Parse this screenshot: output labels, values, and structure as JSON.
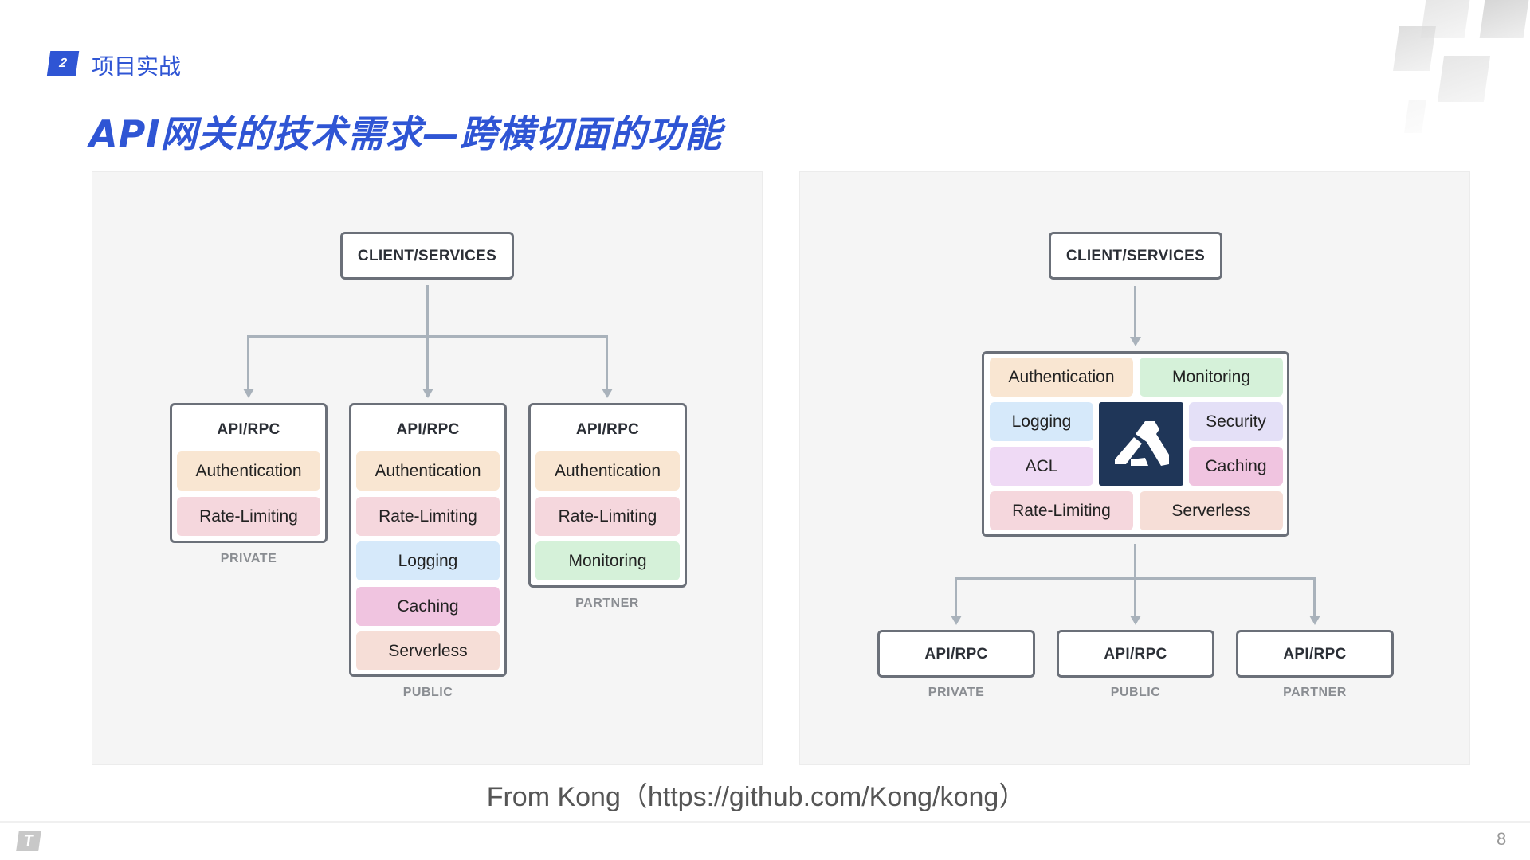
{
  "header": {
    "section_number": "2",
    "section_title": "项目实战",
    "title": "API网关的技术需求—跨横切面的功能"
  },
  "colors": {
    "accent": "#2f55d4",
    "authentication": "#f9e6d2",
    "rate_limiting": "#f5d7dd",
    "logging": "#d6e9fa",
    "caching": "#f0c4e0",
    "serverless": "#f6ded7",
    "monitoring": "#d5f1d9",
    "security": "#e4e0f7",
    "acl": "#efdaf5",
    "kong_logo_bg": "#1f3658"
  },
  "left_diagram": {
    "client_label": "CLIENT/SERVICES",
    "columns": [
      {
        "header": "API/RPC",
        "tier": "PRIVATE",
        "items": [
          "Authentication",
          "Rate-Limiting"
        ]
      },
      {
        "header": "API/RPC",
        "tier": "PUBLIC",
        "items": [
          "Authentication",
          "Rate-Limiting",
          "Logging",
          "Caching",
          "Serverless"
        ]
      },
      {
        "header": "API/RPC",
        "tier": "PARTNER",
        "items": [
          "Authentication",
          "Rate-Limiting",
          "Monitoring"
        ]
      }
    ]
  },
  "right_diagram": {
    "client_label": "CLIENT/SERVICES",
    "gateway_plugins": {
      "authentication": "Authentication",
      "monitoring": "Monitoring",
      "logging": "Logging",
      "security": "Security",
      "acl": "ACL",
      "caching": "Caching",
      "rate_limiting": "Rate-Limiting",
      "serverless": "Serverless"
    },
    "logo_icon": "kong-gorilla-logo",
    "services": [
      {
        "label": "API/RPC",
        "tier": "PRIVATE"
      },
      {
        "label": "API/RPC",
        "tier": "PUBLIC"
      },
      {
        "label": "API/RPC",
        "tier": "PARTNER"
      }
    ]
  },
  "caption": "From Kong（https://github.com/Kong/kong）",
  "footer": {
    "page_number": "8",
    "logo_glyph": "T"
  }
}
